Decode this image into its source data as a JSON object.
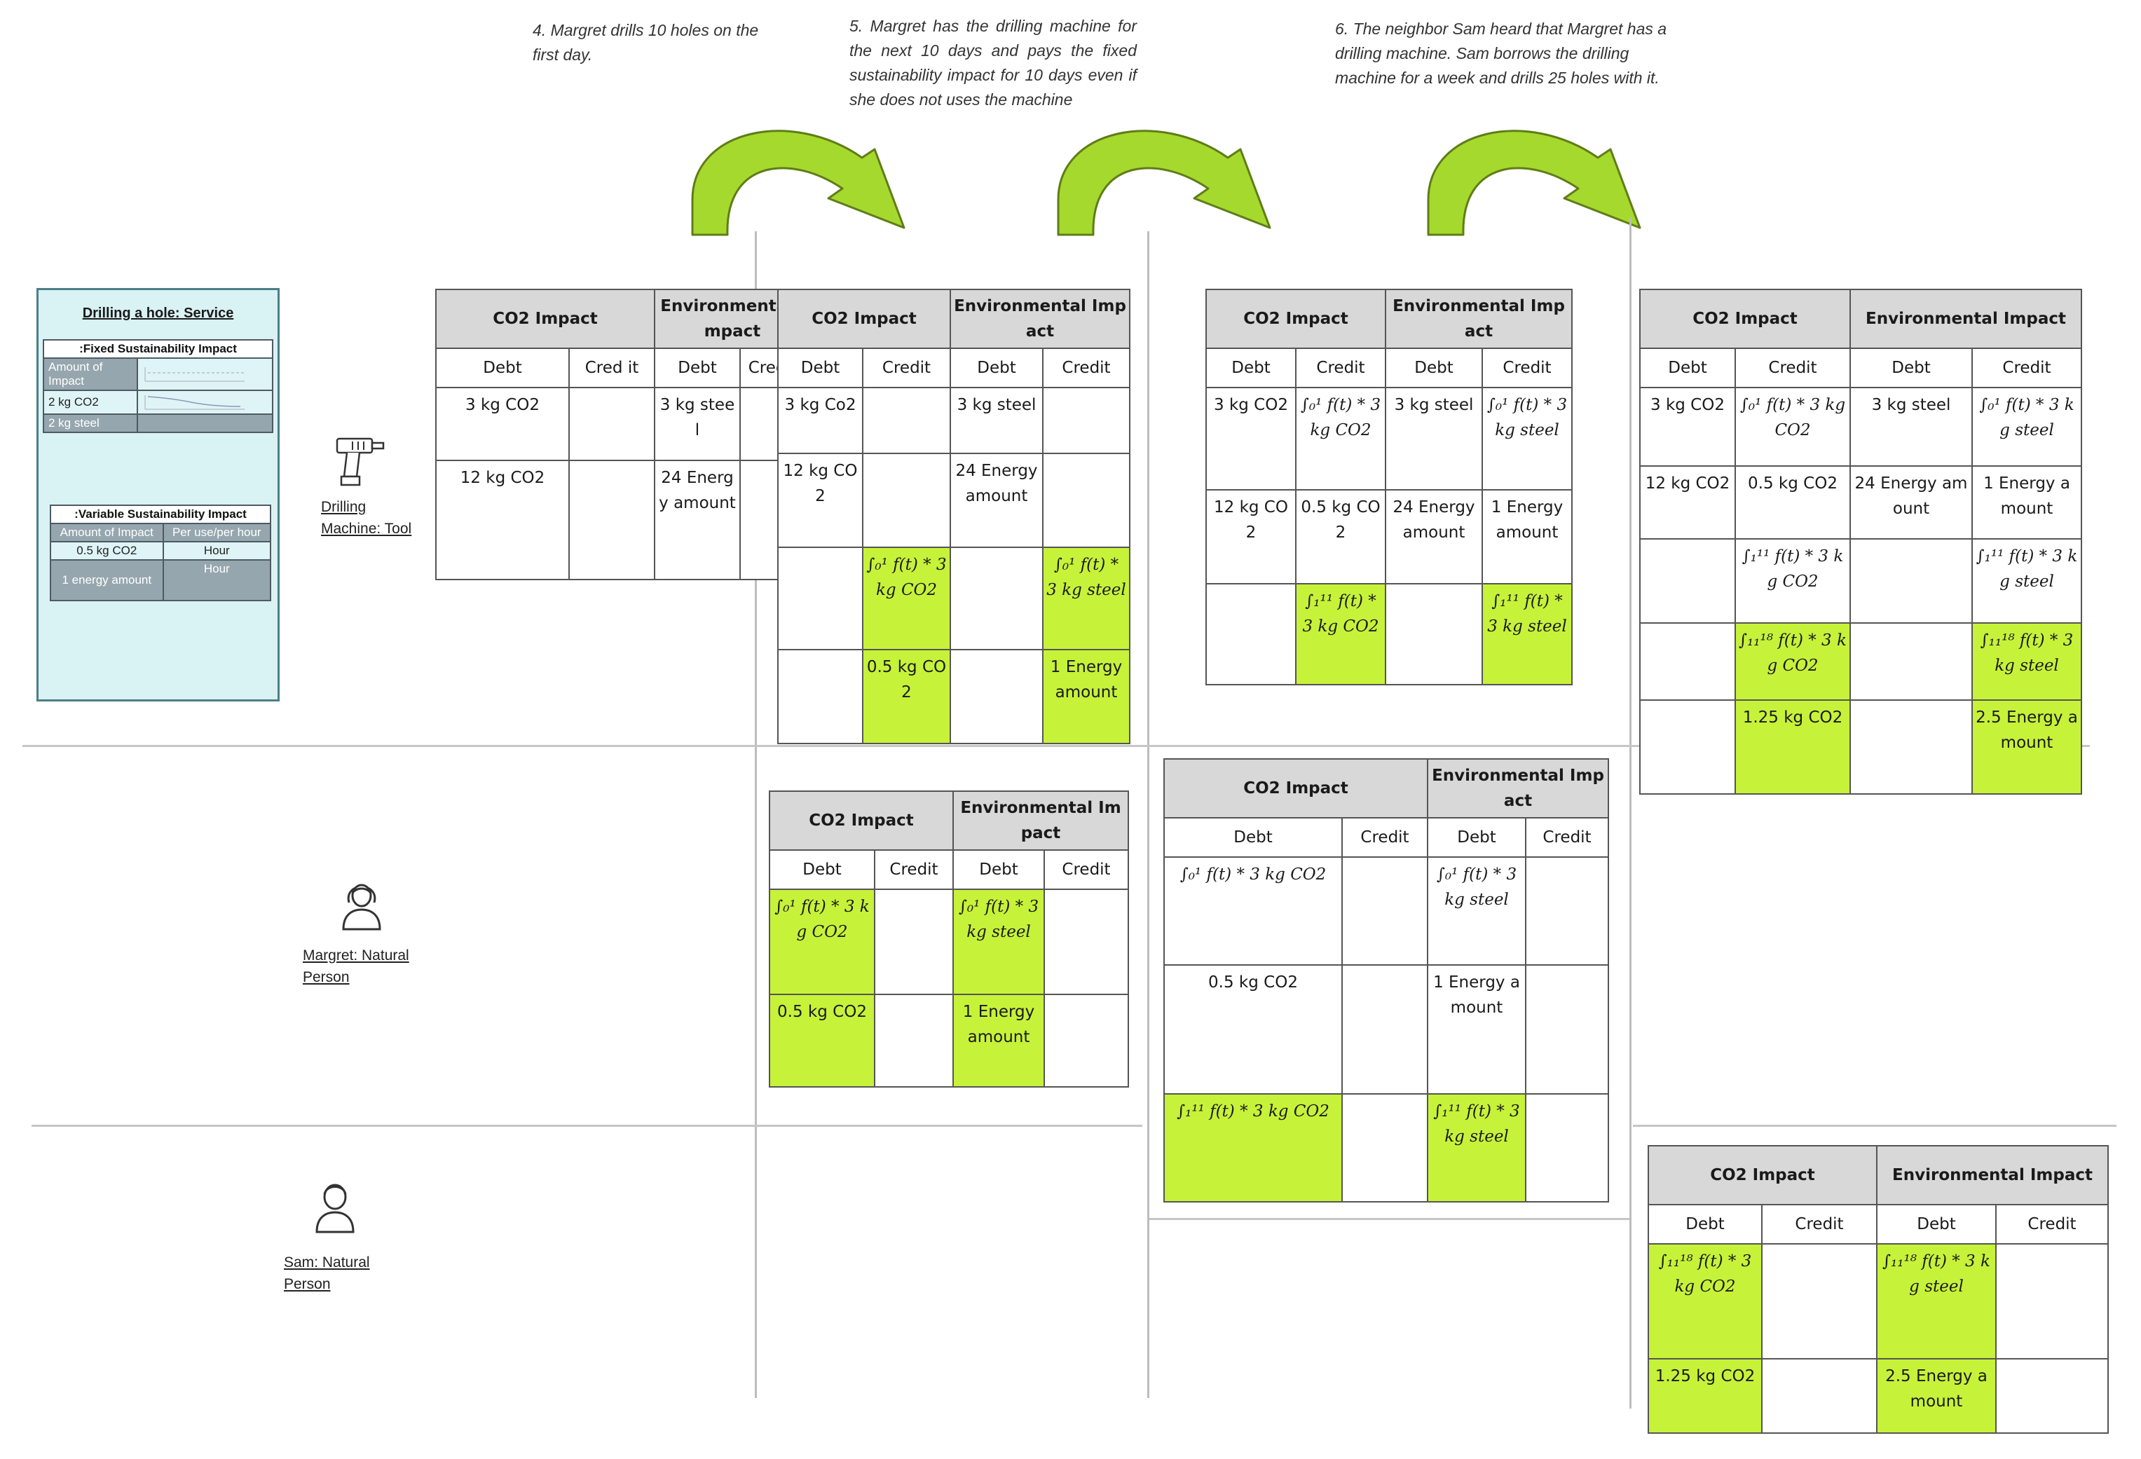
{
  "steps": {
    "step4": "4. Margret drills 10 holes on the first day.",
    "step5": "5. Margret has the drilling machine for the next 10 days and pays the fixed sustainability impact for 10 days even if she does not uses the machine",
    "step6": "6. The neighbor Sam heard that Margret has a drilling machine. Sam borrows the drilling machine for a week and drills 25 holes with it."
  },
  "service": {
    "title": "Drilling a hole: Service",
    "fixed_title": ":Fixed Sustainability Impact",
    "fixed_rows": [
      "Amount of Impact",
      "2 kg CO2",
      "2 kg steel"
    ],
    "variable_title": ":Variable Sustainability Impact",
    "variable_header": [
      "Amount of Impact",
      "Per use/per hour"
    ],
    "variable_rows": [
      [
        "0.5 kg CO2",
        "Hour"
      ],
      [
        "1 energy amount",
        "Hour"
      ]
    ]
  },
  "actors": {
    "tool": "Drilling Machine: Tool",
    "margret": "Margret: Natural Person",
    "sam": "Sam: Natural Person"
  },
  "icons": [
    "drill-icon",
    "woman-icon",
    "man-icon"
  ],
  "colors": {
    "highlight": "#c7f23a",
    "arrow": "#a6d92d",
    "panel": "#d9f2f3",
    "header": "#d8d8d8"
  },
  "tables": [
    {
      "id": "tool-t0",
      "head": [
        "CO2 Impact",
        "Environmental Impact"
      ],
      "sub": [
        "Debt",
        "Cred it",
        "Debt",
        "Credi t"
      ],
      "rows": [
        [
          {
            "t": "3 kg CO2"
          },
          {
            "t": ""
          },
          {
            "t": "3 kg steel"
          },
          {
            "t": ""
          }
        ],
        [
          {
            "t": "12 kg CO2"
          },
          {
            "t": ""
          },
          {
            "t": "24 Energy amount"
          },
          {
            "t": ""
          }
        ]
      ]
    },
    {
      "id": "tool-t1",
      "head": [
        "CO2 Impact",
        "Environmental Impact"
      ],
      "sub": [
        "Debt",
        "Credit",
        "Debt",
        "Credit"
      ],
      "rows": [
        [
          {
            "t": "3 kg Co2"
          },
          {
            "t": ""
          },
          {
            "t": "3 kg steel"
          },
          {
            "t": ""
          }
        ],
        [
          {
            "t": "12 kg CO2"
          },
          {
            "t": ""
          },
          {
            "t": "24 Energy amount"
          },
          {
            "t": ""
          }
        ],
        [
          {
            "t": ""
          },
          {
            "t": "∫₀¹ f(t) * 3 kg CO2",
            "g": true
          },
          {
            "t": ""
          },
          {
            "t": "∫₀¹ f(t) * 3 kg steel",
            "g": true
          }
        ],
        [
          {
            "t": ""
          },
          {
            "t": "0.5 kg CO2",
            "g": true
          },
          {
            "t": ""
          },
          {
            "t": "1 Energy amount",
            "g": true
          }
        ]
      ]
    },
    {
      "id": "tool-t2",
      "head": [
        "CO2 Impact",
        "Environmental Impact"
      ],
      "sub": [
        "Debt",
        "Credit",
        "Debt",
        "Credit"
      ],
      "rows": [
        [
          {
            "t": "3 kg CO2"
          },
          {
            "t": "∫₀¹ f(t) * 3 kg CO2"
          },
          {
            "t": "3 kg steel"
          },
          {
            "t": "∫₀¹ f(t) * 3 kg steel"
          }
        ],
        [
          {
            "t": "12 kg CO2"
          },
          {
            "t": "0.5 kg CO2"
          },
          {
            "t": "24 Energy amount"
          },
          {
            "t": "1 Energy amount"
          }
        ],
        [
          {
            "t": ""
          },
          {
            "t": "∫₁¹¹ f(t) * 3 kg CO2",
            "g": true
          },
          {
            "t": ""
          },
          {
            "t": "∫₁¹¹ f(t) * 3 kg steel",
            "g": true
          }
        ]
      ]
    },
    {
      "id": "tool-t3",
      "head": [
        "CO2 Impact",
        "Environmental Impact"
      ],
      "sub": [
        "Debt",
        "Credit",
        "Debt",
        "Credit"
      ],
      "rows": [
        [
          {
            "t": "3 kg CO2"
          },
          {
            "t": "∫₀¹ f(t) * 3 kg CO2"
          },
          {
            "t": "3 kg steel"
          },
          {
            "t": "∫₀¹ f(t) * 3 kg steel"
          }
        ],
        [
          {
            "t": "12 kg CO2"
          },
          {
            "t": "0.5 kg CO2"
          },
          {
            "t": "24 Energy amount"
          },
          {
            "t": "1 Energy amount"
          }
        ],
        [
          {
            "t": ""
          },
          {
            "t": "∫₁¹¹ f(t) * 3 kg CO2"
          },
          {
            "t": ""
          },
          {
            "t": "∫₁¹¹ f(t) * 3 kg steel"
          }
        ],
        [
          {
            "t": ""
          },
          {
            "t": "∫₁₁¹⁸ f(t) * 3 kg CO2",
            "g": true
          },
          {
            "t": ""
          },
          {
            "t": "∫₁₁¹⁸ f(t) * 3 kg steel",
            "g": true
          }
        ],
        [
          {
            "t": ""
          },
          {
            "t": "1.25 kg CO2",
            "g": true
          },
          {
            "t": ""
          },
          {
            "t": "2.5 Energy amount",
            "g": true
          }
        ]
      ]
    },
    {
      "id": "margret-t1",
      "head": [
        "CO2 Impact",
        "Environmental Impact"
      ],
      "sub": [
        "Debt",
        "Credit",
        "Debt",
        "Credit"
      ],
      "rows": [
        [
          {
            "t": "∫₀¹ f(t) * 3 kg CO2",
            "g": true
          },
          {
            "t": ""
          },
          {
            "t": "∫₀¹ f(t) * 3 kg steel",
            "g": true
          },
          {
            "t": ""
          }
        ],
        [
          {
            "t": "0.5 kg CO2",
            "g": true
          },
          {
            "t": ""
          },
          {
            "t": "1 Energy amount",
            "g": true
          },
          {
            "t": ""
          }
        ]
      ]
    },
    {
      "id": "margret-t2",
      "head": [
        "CO2 Impact",
        "Environmental Impact"
      ],
      "sub": [
        "Debt",
        "Credit",
        "Debt",
        "Credit"
      ],
      "rows": [
        [
          {
            "t": "∫₀¹ f(t) * 3 kg CO2"
          },
          {
            "t": ""
          },
          {
            "t": "∫₀¹ f(t) * 3 kg steel"
          },
          {
            "t": ""
          }
        ],
        [
          {
            "t": "0.5 kg CO2"
          },
          {
            "t": ""
          },
          {
            "t": "1 Energy amount"
          },
          {
            "t": ""
          }
        ],
        [
          {
            "t": "∫₁¹¹ f(t) * 3 kg CO2",
            "g": true
          },
          {
            "t": ""
          },
          {
            "t": "∫₁¹¹ f(t) * 3 kg steel",
            "g": true
          },
          {
            "t": ""
          }
        ]
      ]
    },
    {
      "id": "sam-t3",
      "head": [
        "CO2 Impact",
        "Environmental Impact"
      ],
      "sub": [
        "Debt",
        "Credit",
        "Debt",
        "Credit"
      ],
      "rows": [
        [
          {
            "t": "∫₁₁¹⁸ f(t) * 3 kg CO2",
            "g": true
          },
          {
            "t": ""
          },
          {
            "t": "∫₁₁¹⁸ f(t) * 3 kg steel",
            "g": true
          },
          {
            "t": ""
          }
        ],
        [
          {
            "t": "1.25 kg CO2",
            "g": true
          },
          {
            "t": ""
          },
          {
            "t": "2.5 Energy amount",
            "g": true
          },
          {
            "t": ""
          }
        ]
      ]
    }
  ]
}
